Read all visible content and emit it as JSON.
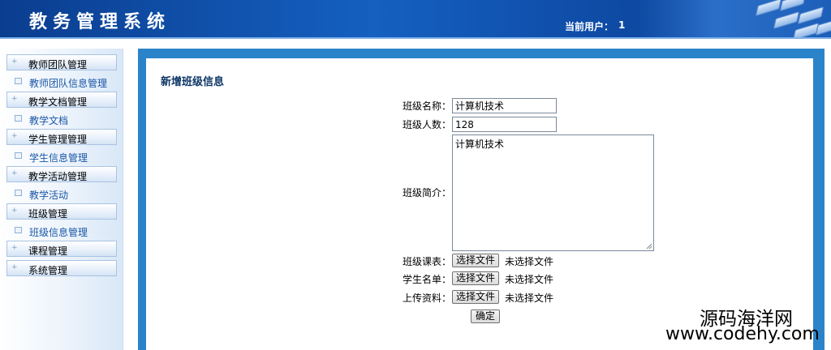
{
  "header": {
    "title": "教务管理系统",
    "user_label": "当前用户：",
    "user_value": "1"
  },
  "sidebar": {
    "groups": [
      {
        "label": "教师团队管理",
        "item": "教师团队信息管理"
      },
      {
        "label": "教学文档管理",
        "item": "教学文档"
      },
      {
        "label": "学生管理管理",
        "item": "学生信息管理"
      },
      {
        "label": "教学活动管理",
        "item": "教学活动"
      },
      {
        "label": "班级管理",
        "item": "班级信息管理"
      },
      {
        "label": "课程管理"
      },
      {
        "label": "系统管理"
      }
    ]
  },
  "form": {
    "title": "新增班级信息",
    "class_name_label": "班级名称：",
    "class_name_value": "计算机技术",
    "class_size_label": "班级人数：",
    "class_size_value": "128",
    "intro_label": "班级简介：",
    "intro_value": "计算机技术",
    "schedule_label": "班级课表：",
    "roster_label": "学生名单：",
    "upload_label": "上传资料：",
    "choose_file_label": "选择文件",
    "no_file_label": "未选择文件",
    "submit_label": "确定"
  },
  "watermark": {
    "line1": "源码海洋网",
    "line2": "www.codehy.com"
  },
  "colors": {
    "header_blue": "#0a3d8f",
    "frame_blue": "#2b84c9",
    "title_color": "#0c3566",
    "menu_link": "#1a57a6"
  }
}
